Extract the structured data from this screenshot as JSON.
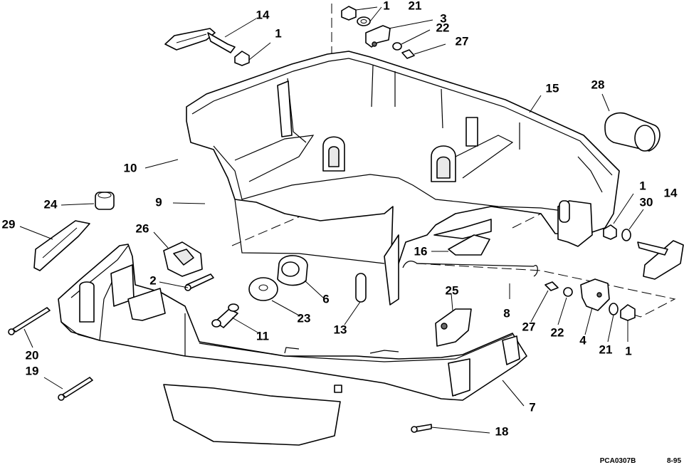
{
  "callouts": {
    "c1a": "1",
    "c21a": "21",
    "c3": "3",
    "c22a": "22",
    "c27a": "27",
    "c14a": "14",
    "c1b": "1",
    "c15": "15",
    "c28": "28",
    "c10": "10",
    "c9": "9",
    "c24": "24",
    "c29": "29",
    "c26": "26",
    "c1c": "1",
    "c30": "30",
    "c14b": "14",
    "c2": "2",
    "c16": "16",
    "c6": "6",
    "c23": "23",
    "c25": "25",
    "c13": "13",
    "c8": "8",
    "c27b": "27",
    "c22b": "22",
    "c4": "4",
    "c21b": "21",
    "c1d": "1",
    "c11": "11",
    "c20": "20",
    "c19": "19",
    "c7": "7",
    "c18": "18"
  },
  "footer": {
    "code": "PCA0307B",
    "date": "8-95"
  }
}
